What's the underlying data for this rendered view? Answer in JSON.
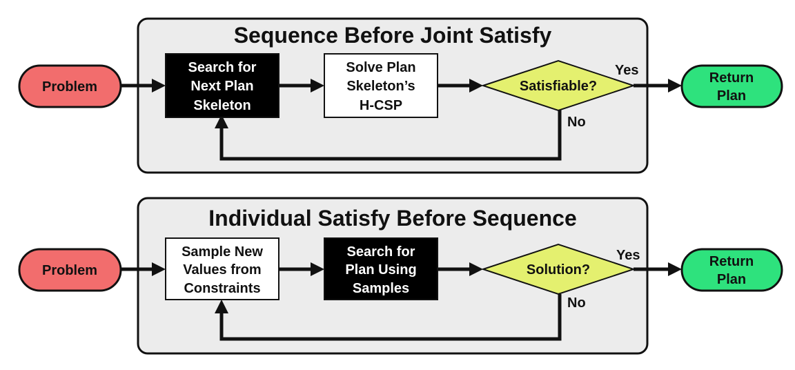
{
  "colors": {
    "terminal_start": "#f26d6d",
    "terminal_end": "#2ee27d",
    "decision": "#e4f06f",
    "process_dark": "#000000",
    "process_light": "#ffffff",
    "panel_bg": "#ececec"
  },
  "panels": [
    {
      "title": "Sequence Before Joint Satisfy",
      "start": "Problem",
      "step1": [
        "Search for",
        "Next Plan",
        "Skeleton"
      ],
      "step2": [
        "Solve Plan",
        "Skeleton’s",
        "H-CSP"
      ],
      "decision": "Satisfiable?",
      "yes": "Yes",
      "no": "No",
      "end": [
        "Return",
        "Plan"
      ]
    },
    {
      "title": "Individual Satisfy Before Sequence",
      "start": "Problem",
      "step1": [
        "Sample New",
        "Values from",
        "Constraints"
      ],
      "step2": [
        "Search for",
        "Plan Using",
        "Samples"
      ],
      "decision": "Solution?",
      "yes": "Yes",
      "no": "No",
      "end": [
        "Return",
        "Plan"
      ]
    }
  ]
}
